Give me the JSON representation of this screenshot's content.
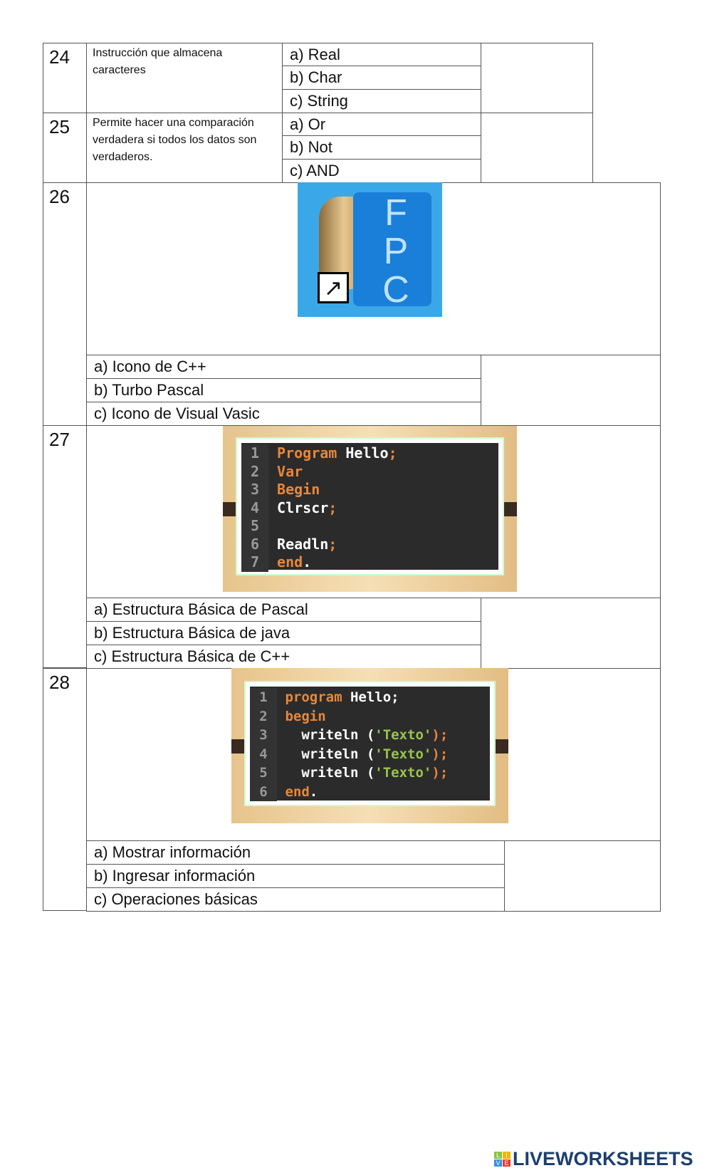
{
  "questions": [
    {
      "number": "24",
      "text": "Instrucción que almacena caracteres",
      "options": [
        "a) Real",
        "b) Char",
        "c) String"
      ]
    },
    {
      "number": "25",
      "text": "Permite hacer una comparación verdadera si todos los datos son verdaderos.",
      "options": [
        "a) Or",
        "b) Not",
        "c) AND"
      ]
    },
    {
      "number": "26",
      "image_text": "FPC",
      "options": [
        "a) Icono de C++",
        "b) Turbo Pascal",
        "c) Icono de Visual Vasic"
      ]
    },
    {
      "number": "27",
      "code": [
        [
          "1",
          "Program",
          " Hello",
          ";"
        ],
        [
          "2",
          "Var",
          "",
          ""
        ],
        [
          "3",
          "Begin",
          "",
          ""
        ],
        [
          "4",
          "",
          "Clrscr",
          ";"
        ],
        [
          "5",
          "",
          "",
          ""
        ],
        [
          "6",
          "",
          "Readln",
          ";"
        ],
        [
          "7",
          "end",
          ".",
          ""
        ]
      ],
      "options": [
        "a)  Estructura Básica de Pascal",
        "b) Estructura Básica de java",
        "c) Estructura Básica de C++"
      ]
    },
    {
      "number": "28",
      "code": [
        [
          "1",
          "program",
          " Hello;",
          ""
        ],
        [
          "2",
          "begin",
          "",
          ""
        ],
        [
          "3",
          "",
          "  writeln (",
          "'Texto'",
          ");"
        ],
        [
          "4",
          "",
          "  writeln (",
          "'Texto'",
          ");"
        ],
        [
          "5",
          "",
          "  writeln (",
          "'Texto'",
          ");"
        ],
        [
          "6",
          "end",
          ".",
          ""
        ]
      ],
      "options": [
        "a) Mostrar información",
        "b) Ingresar información",
        "c) Operaciones básicas"
      ]
    }
  ],
  "footer": {
    "brand": "LIVEWORKSHEETS",
    "badge": [
      "L",
      "I",
      "V",
      "E"
    ]
  }
}
